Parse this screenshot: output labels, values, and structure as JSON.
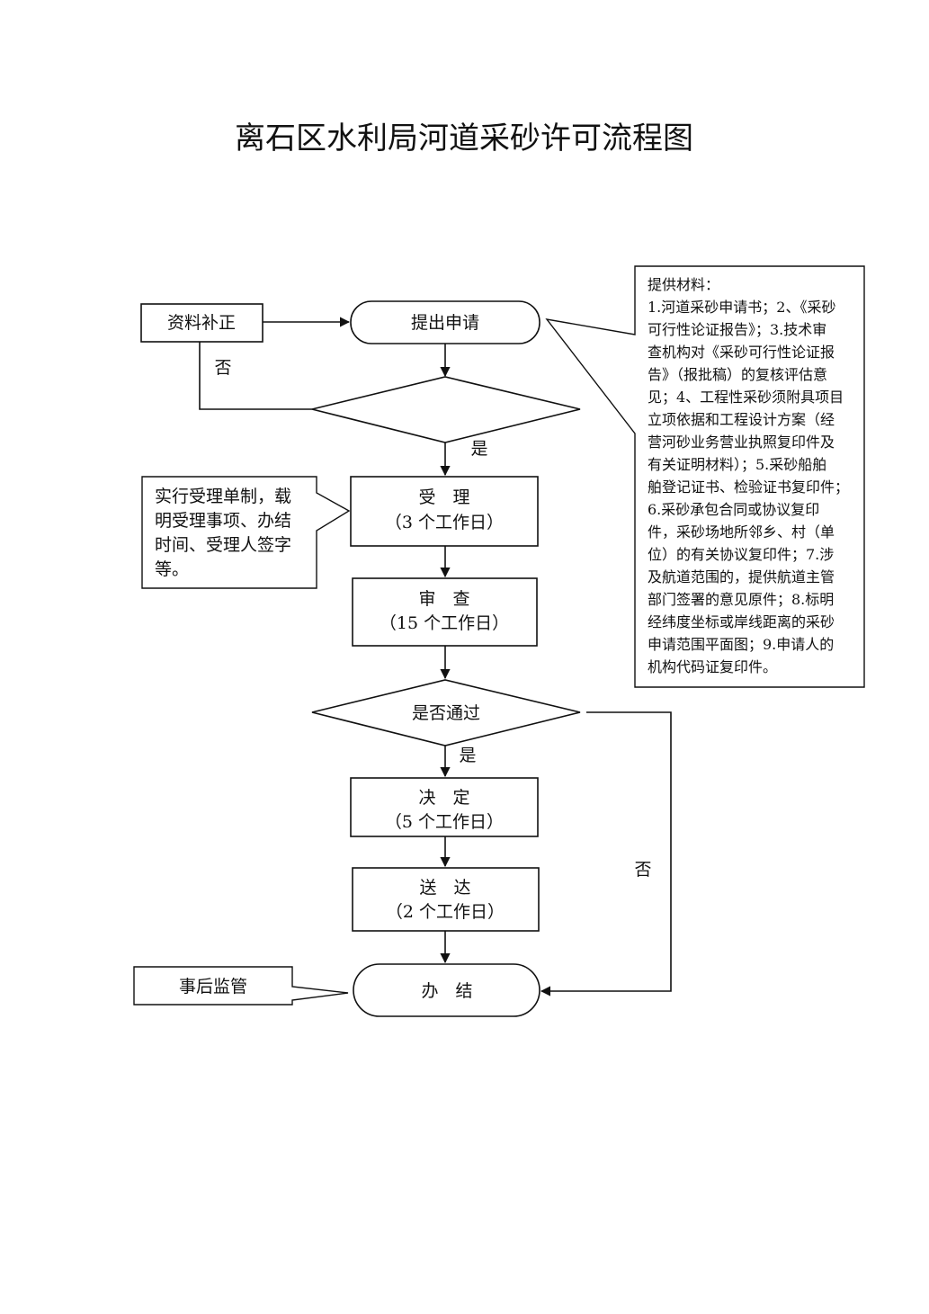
{
  "title": "离石区水利局河道采砂许可流程图",
  "nodes": {
    "supplement": "资料补正",
    "submit": "提出申请",
    "accept": {
      "label": "受　理",
      "days": "（3 个工作日）"
    },
    "review": {
      "label": "审　查",
      "days": "（15 个工作日）"
    },
    "pass_check": "是否通过",
    "decide": {
      "label": "决　定",
      "days": "（5 个工作日）"
    },
    "deliver": {
      "label": "送　达",
      "days": "（2 个工作日）"
    },
    "finish": "办　结",
    "supervision": "事后监管"
  },
  "edges": {
    "no_top": "否",
    "yes_top": "是",
    "yes_pass": "是",
    "no_right": "否"
  },
  "accept_note": [
    "实行受理单制，载",
    "明受理事项、办结",
    "时间、受理人签字",
    "等。"
  ],
  "materials": [
    "提供材料：",
    "1.河道采砂申请书；2、《采砂",
    "可行性论证报告》；3.技术审",
    "查机构对《采砂可行性论证报",
    "告》（报批稿）的复核评估意",
    "见；4、工程性采砂须附具项目",
    "立项依据和工程设计方案（经",
    "营河砂业务营业执照复印件及",
    "有关证明材料）；5.采砂船舶",
    "舶登记证书、检验证书复印件；",
    "6.采砂承包合同或协议复印",
    "件，采砂场地所邻乡、村（单",
    "位）的有关协议复印件；7.涉",
    "及航道范围的，提供航道主管",
    "部门签署的意见原件；8.标明",
    "经纬度坐标或岸线距离的采砂",
    "申请范围平面图；9.申请人的",
    "机构代码证复印件。"
  ]
}
